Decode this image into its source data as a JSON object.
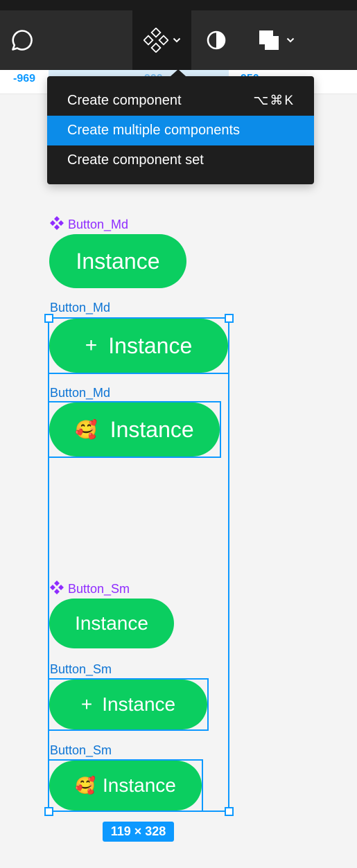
{
  "toolbar": {
    "comment_icon": "speech-bubble-icon",
    "component_icon": "component-diamond-icon",
    "contrast_icon": "half-circle-icon",
    "boolean_icon": "overlap-squares-icon",
    "chevron_icon": "chevron-down-icon"
  },
  "ruler": {
    "left": "-969",
    "middle": "900",
    "right": "950"
  },
  "menu": {
    "items": [
      {
        "label": "Create component",
        "shortcut": "⌥⌘K"
      },
      {
        "label": "Create multiple components",
        "shortcut": ""
      },
      {
        "label": "Create component set",
        "shortcut": ""
      }
    ]
  },
  "canvas": {
    "component_md": {
      "label": "Button_Md",
      "text": "Instance"
    },
    "instance_md_plus": {
      "label": "Button_Md",
      "icon": "+",
      "text": "Instance"
    },
    "instance_md_emoji": {
      "label": "Button_Md",
      "emoji": "🥰",
      "text": "Instance"
    },
    "component_sm": {
      "label": "Button_Sm",
      "text": "Instance"
    },
    "instance_sm_plus": {
      "label": "Button_Sm",
      "icon": "+",
      "text": "Instance"
    },
    "instance_sm_emoji": {
      "label": "Button_Sm",
      "emoji": "🥰",
      "text": "Instance"
    },
    "selection_size": "119 × 328"
  },
  "colors": {
    "component": "#8f2cff",
    "instance": "#0d74d4",
    "selection": "#0d99ff",
    "button": "#0bce60",
    "highlight": "#0c8ce9"
  }
}
